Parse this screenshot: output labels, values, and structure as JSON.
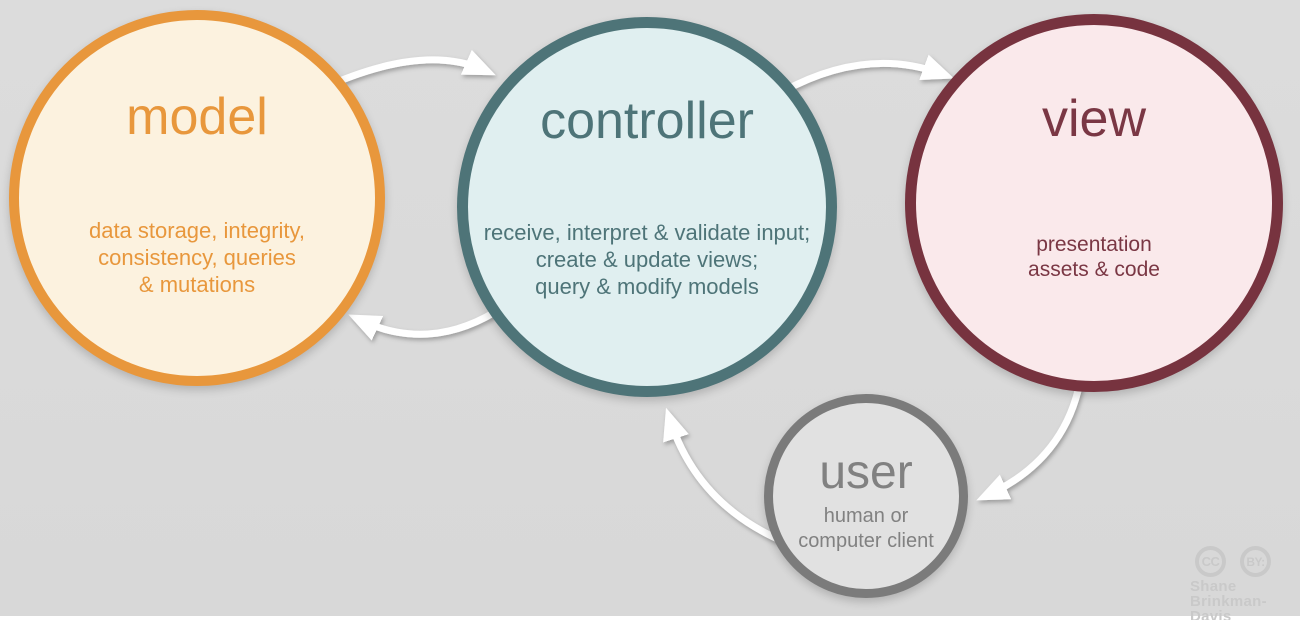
{
  "background": {
    "color": "#dcdcdc",
    "bottom_strip_color": "#ffffff"
  },
  "nodes": {
    "model": {
      "title": "model",
      "description": "data storage, integrity,\nconsistency, queries\n& mutations",
      "border_color": "#e8973c",
      "fill_color": "#fcf2df",
      "text_color": "#e8973c"
    },
    "controller": {
      "title": "controller",
      "description": "receive, interpret & validate input;\ncreate & update views;\nquery & modify models",
      "border_color": "#4e7478",
      "fill_color": "#e0eff0",
      "text_color": "#4e7478"
    },
    "view": {
      "title": "view",
      "description": "presentation\nassets & code",
      "border_color": "#77333f",
      "fill_color": "#fae9eb",
      "text_color": "#7a3744"
    },
    "user": {
      "title": "user",
      "description": "human or\ncomputer client",
      "border_color": "#7b7b7b",
      "fill_color": "#e1e1e1",
      "text_color": "#818181"
    }
  },
  "arrows": {
    "color": "#ffffff",
    "connections": [
      "model-to-controller",
      "controller-to-view",
      "controller-to-model",
      "view-to-user",
      "user-to-controller"
    ]
  },
  "credit": {
    "cc_label": "CC",
    "by_label": "BY:",
    "name": "Shane\nBrinkman-Davis",
    "color": "#c9c9c9"
  }
}
